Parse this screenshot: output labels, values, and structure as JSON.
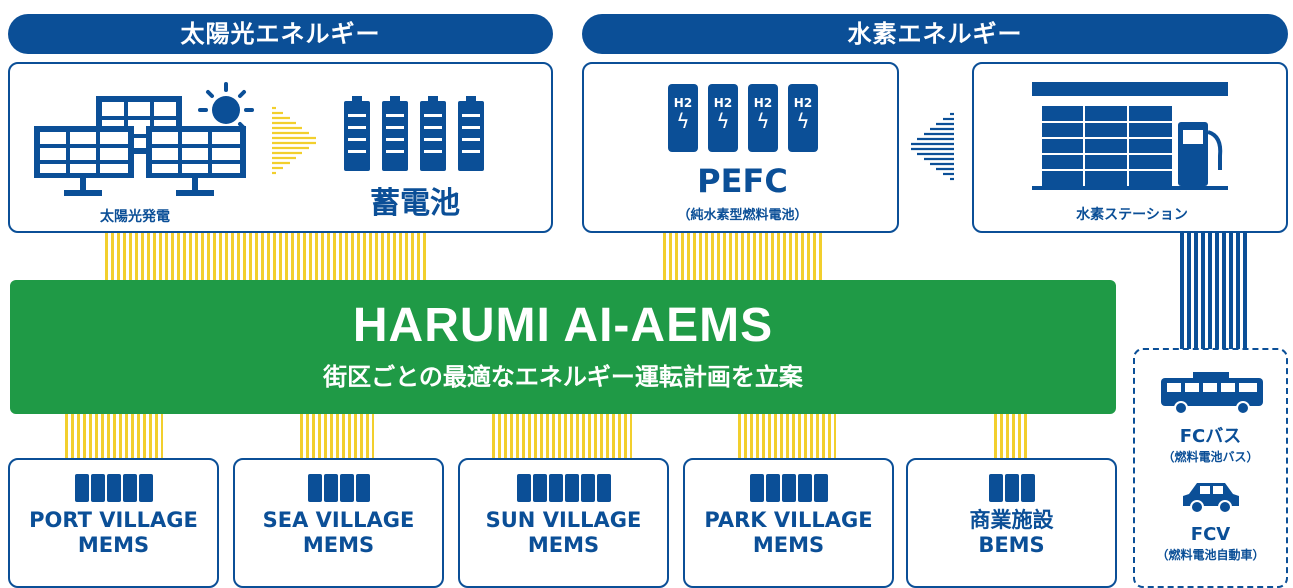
{
  "headers": {
    "solar": "太陽光エネルギー",
    "hydrogen": "水素エネルギー"
  },
  "solar_box": {
    "panel_label": "太陽光発電",
    "battery_label": "蓄電池"
  },
  "pefc_box": {
    "tank_labels": [
      "H2",
      "H2",
      "H2",
      "H2"
    ],
    "title": "PEFC",
    "subtitle": "（純水素型燃料電池）"
  },
  "station_box": {
    "label": "水素ステーション"
  },
  "core": {
    "title": "HARUMI AI-AEMS",
    "subtitle": "街区ごとの最適なエネルギー運転計画を立案"
  },
  "villages": [
    {
      "line1": "PORT VILLAGE",
      "line2": "MEMS"
    },
    {
      "line1": "SEA VILLAGE",
      "line2": "MEMS"
    },
    {
      "line1": "SUN VILLAGE",
      "line2": "MEMS"
    },
    {
      "line1": "PARK VILLAGE",
      "line2": "MEMS"
    },
    {
      "line1": "商業施設",
      "line2": "BEMS"
    }
  ],
  "vehicles": {
    "bus_label": "FCバス",
    "bus_sub": "（燃料電池バス）",
    "car_label": "FCV",
    "car_sub": "（燃料電池自動車）"
  },
  "colors": {
    "blue": "#0b4f97",
    "green": "#1f9a46",
    "yellow": "#f2cf2d"
  }
}
